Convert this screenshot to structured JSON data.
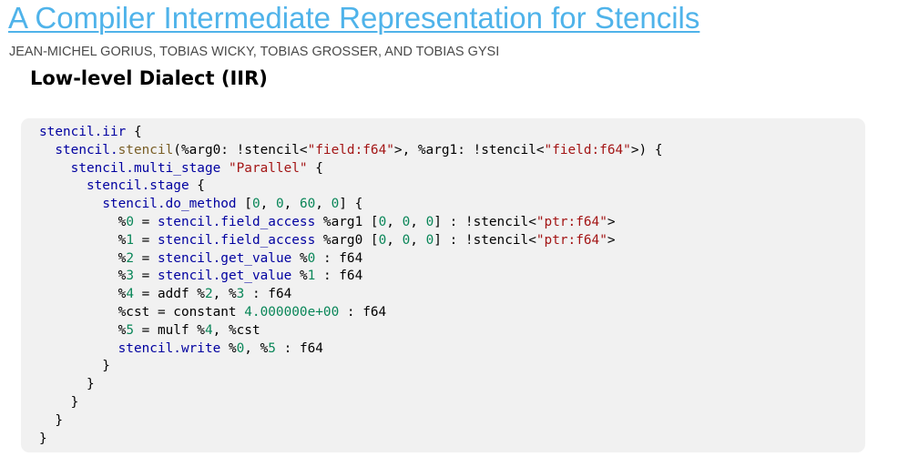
{
  "header": {
    "title": "A Compiler Intermediate Representation for Stencils",
    "authors": "JEAN-MICHEL GORIUS, TOBIAS WICKY, TOBIAS GROSSER, AND TOBIAS GYSI"
  },
  "section": {
    "heading": "Low-level Dialect (IIR)"
  },
  "colors": {
    "title_link": "#4fb3ea",
    "code_background": "#f1f1f1",
    "keyword": "#0000a0",
    "string": "#a31515",
    "number": "#098658",
    "function": "#795e26"
  },
  "code": {
    "lines": [
      [
        {
          "t": "stencil.iir",
          "c": "kw"
        },
        {
          "t": " {",
          "c": "plain"
        }
      ],
      [
        {
          "t": "  ",
          "c": "plain"
        },
        {
          "t": "stencil.",
          "c": "kw"
        },
        {
          "t": "stencil",
          "c": "fn"
        },
        {
          "t": "(%arg0: !stencil<",
          "c": "plain"
        },
        {
          "t": "\"field:f64\"",
          "c": "str"
        },
        {
          "t": ">, %arg1: !stencil<",
          "c": "plain"
        },
        {
          "t": "\"field:f64\"",
          "c": "str"
        },
        {
          "t": ">) {",
          "c": "plain"
        }
      ],
      [
        {
          "t": "    ",
          "c": "plain"
        },
        {
          "t": "stencil.multi_stage",
          "c": "kw"
        },
        {
          "t": " ",
          "c": "plain"
        },
        {
          "t": "\"Parallel\"",
          "c": "str"
        },
        {
          "t": " {",
          "c": "plain"
        }
      ],
      [
        {
          "t": "      ",
          "c": "plain"
        },
        {
          "t": "stencil.stage",
          "c": "kw"
        },
        {
          "t": " {",
          "c": "plain"
        }
      ],
      [
        {
          "t": "        ",
          "c": "plain"
        },
        {
          "t": "stencil.do_method",
          "c": "kw"
        },
        {
          "t": " [",
          "c": "plain"
        },
        {
          "t": "0",
          "c": "num"
        },
        {
          "t": ", ",
          "c": "plain"
        },
        {
          "t": "0",
          "c": "num"
        },
        {
          "t": ", ",
          "c": "plain"
        },
        {
          "t": "60",
          "c": "num"
        },
        {
          "t": ", ",
          "c": "plain"
        },
        {
          "t": "0",
          "c": "num"
        },
        {
          "t": "] {",
          "c": "plain"
        }
      ],
      [
        {
          "t": "          %",
          "c": "plain"
        },
        {
          "t": "0",
          "c": "num"
        },
        {
          "t": " = ",
          "c": "plain"
        },
        {
          "t": "stencil.field_access",
          "c": "kw"
        },
        {
          "t": " %arg1 [",
          "c": "plain"
        },
        {
          "t": "0",
          "c": "num"
        },
        {
          "t": ", ",
          "c": "plain"
        },
        {
          "t": "0",
          "c": "num"
        },
        {
          "t": ", ",
          "c": "plain"
        },
        {
          "t": "0",
          "c": "num"
        },
        {
          "t": "] : !stencil<",
          "c": "plain"
        },
        {
          "t": "\"ptr:f64\"",
          "c": "str"
        },
        {
          "t": ">",
          "c": "plain"
        }
      ],
      [
        {
          "t": "          %",
          "c": "plain"
        },
        {
          "t": "1",
          "c": "num"
        },
        {
          "t": " = ",
          "c": "plain"
        },
        {
          "t": "stencil.field_access",
          "c": "kw"
        },
        {
          "t": " %arg0 [",
          "c": "plain"
        },
        {
          "t": "0",
          "c": "num"
        },
        {
          "t": ", ",
          "c": "plain"
        },
        {
          "t": "0",
          "c": "num"
        },
        {
          "t": ", ",
          "c": "plain"
        },
        {
          "t": "0",
          "c": "num"
        },
        {
          "t": "] : !stencil<",
          "c": "plain"
        },
        {
          "t": "\"ptr:f64\"",
          "c": "str"
        },
        {
          "t": ">",
          "c": "plain"
        }
      ],
      [
        {
          "t": "          %",
          "c": "plain"
        },
        {
          "t": "2",
          "c": "num"
        },
        {
          "t": " = ",
          "c": "plain"
        },
        {
          "t": "stencil.get_value",
          "c": "kw"
        },
        {
          "t": " %",
          "c": "plain"
        },
        {
          "t": "0",
          "c": "num"
        },
        {
          "t": " : f64",
          "c": "plain"
        }
      ],
      [
        {
          "t": "          %",
          "c": "plain"
        },
        {
          "t": "3",
          "c": "num"
        },
        {
          "t": " = ",
          "c": "plain"
        },
        {
          "t": "stencil.get_value",
          "c": "kw"
        },
        {
          "t": " %",
          "c": "plain"
        },
        {
          "t": "1",
          "c": "num"
        },
        {
          "t": " : f64",
          "c": "plain"
        }
      ],
      [
        {
          "t": "          %",
          "c": "plain"
        },
        {
          "t": "4",
          "c": "num"
        },
        {
          "t": " = addf %",
          "c": "plain"
        },
        {
          "t": "2",
          "c": "num"
        },
        {
          "t": ", %",
          "c": "plain"
        },
        {
          "t": "3",
          "c": "num"
        },
        {
          "t": " : f64",
          "c": "plain"
        }
      ],
      [
        {
          "t": "          %cst = constant ",
          "c": "plain"
        },
        {
          "t": "4.000000e+00",
          "c": "num"
        },
        {
          "t": " : f64",
          "c": "plain"
        }
      ],
      [
        {
          "t": "          %",
          "c": "plain"
        },
        {
          "t": "5",
          "c": "num"
        },
        {
          "t": " = mulf %",
          "c": "plain"
        },
        {
          "t": "4",
          "c": "num"
        },
        {
          "t": ", %cst",
          "c": "plain"
        }
      ],
      [
        {
          "t": "          ",
          "c": "plain"
        },
        {
          "t": "stencil.write",
          "c": "kw"
        },
        {
          "t": " %",
          "c": "plain"
        },
        {
          "t": "0",
          "c": "num"
        },
        {
          "t": ", %",
          "c": "plain"
        },
        {
          "t": "5",
          "c": "num"
        },
        {
          "t": " : f64",
          "c": "plain"
        }
      ],
      [
        {
          "t": "        }",
          "c": "plain"
        }
      ],
      [
        {
          "t": "      }",
          "c": "plain"
        }
      ],
      [
        {
          "t": "    }",
          "c": "plain"
        }
      ],
      [
        {
          "t": "  }",
          "c": "plain"
        }
      ],
      [
        {
          "t": "}",
          "c": "plain"
        }
      ]
    ]
  }
}
